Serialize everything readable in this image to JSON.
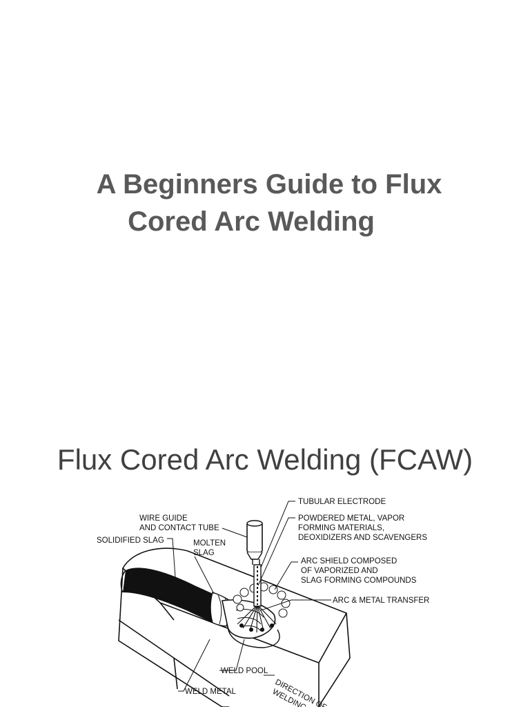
{
  "slide1": {
    "title_line1": "A Beginners Guide to Flux",
    "title_line2": "Cored Arc Welding"
  },
  "slide2": {
    "title": "Flux Cored Arc Welding (FCAW)",
    "diagram_labels": {
      "tubular_electrode": "TUBULAR ELECTRODE",
      "powdered_metal_1": "POWDERED METAL, VAPOR",
      "powdered_metal_2": "FORMING MATERIALS,",
      "powdered_metal_3": "DEOXIDIZERS AND SCAVENGERS",
      "wire_guide_1": "WIRE GUIDE",
      "wire_guide_2": "AND CONTACT TUBE",
      "solidified_slag": "SOLIDIFIED SLAG",
      "molten_slag_1": "MOLTEN",
      "molten_slag_2": "SLAG",
      "arc_shield_1": "ARC SHIELD COMPOSED",
      "arc_shield_2": "OF VAPORIZED AND",
      "arc_shield_3": "SLAG FORMING COMPOUNDS",
      "arc_metal_transfer": "ARC & METAL TRANSFER",
      "weld_pool": "WELD POOL",
      "weld_metal": "WELD METAL",
      "direction_1": "DIRECTION OF",
      "direction_2": "WELDING"
    }
  }
}
